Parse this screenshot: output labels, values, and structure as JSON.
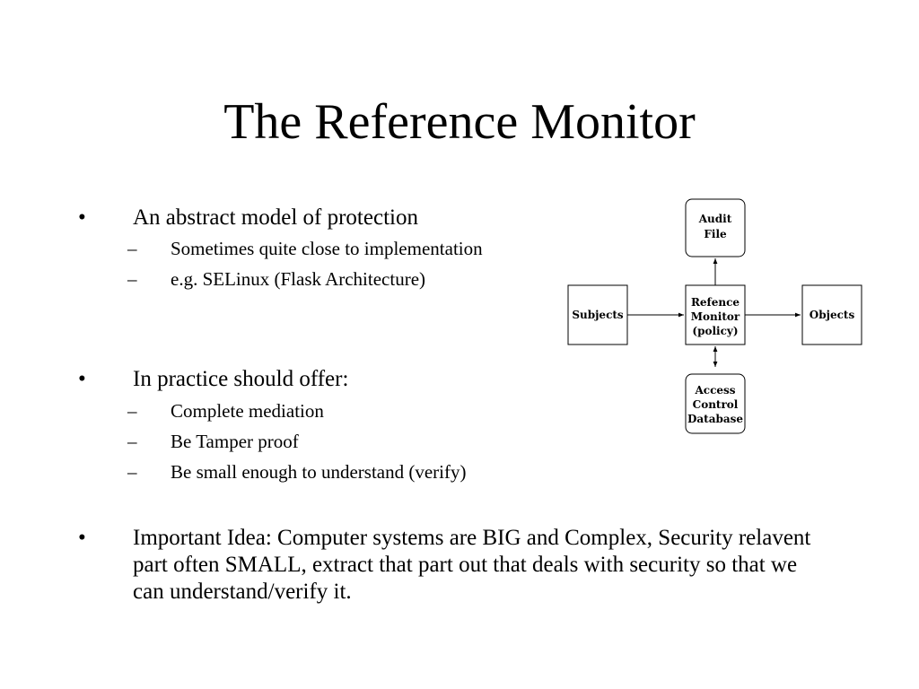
{
  "title": "The Reference Monitor",
  "bullets": [
    {
      "text": "An abstract model of protection",
      "sub": [
        "Sometimes quite close to implementation",
        "e.g. SELinux (Flask Architecture)"
      ]
    },
    {
      "text": "In practice should offer:",
      "sub": [
        "Complete mediation",
        "Be Tamper proof",
        "Be small enough to understand (verify)"
      ]
    },
    {
      "text": "Important Idea: Computer systems are BIG and Complex, Security relavent part often SMALL, extract that part out that deals with security so that we can understand/verify it.",
      "sub": []
    }
  ],
  "diagram": {
    "audit": [
      "Audit",
      "File"
    ],
    "subjects": "Subjects",
    "monitor": [
      "Refence",
      "Monitor",
      "(policy)"
    ],
    "objects": "Objects",
    "acd": [
      "Access",
      "Control",
      "Database"
    ]
  }
}
